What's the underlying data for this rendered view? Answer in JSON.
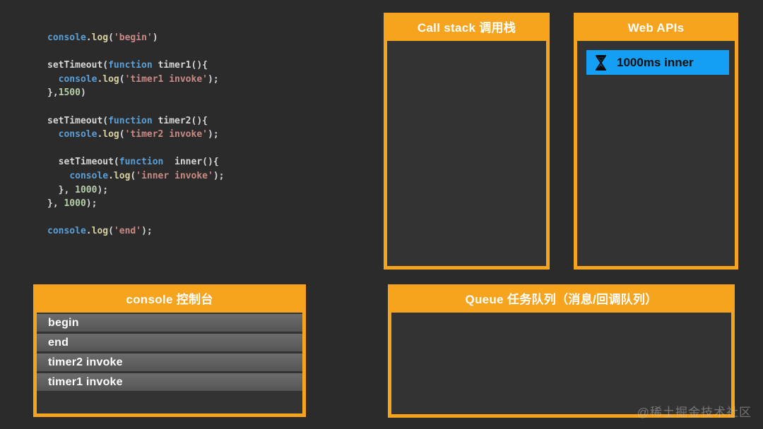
{
  "colors": {
    "background": "#2b2b2b",
    "accent_orange": "#f6a41d",
    "panel_body": "#333333",
    "console_row_gray": "#5f5f5f",
    "timer_blue": "#149ff4",
    "code_keyword_blue": "#5b9fd6",
    "code_string_salmon": "#c98a85",
    "code_number_green": "#b5cea8"
  },
  "code": {
    "lines": [
      [
        [
          "kw",
          "console"
        ],
        [
          "pl",
          "."
        ],
        [
          "fn",
          "log"
        ],
        [
          "pl",
          "("
        ],
        [
          "str",
          "'begin'"
        ],
        [
          "pl",
          ")"
        ]
      ],
      [],
      [
        [
          "pl",
          "setTimeout("
        ],
        [
          "kw",
          "function"
        ],
        [
          "pl",
          " timer1(){"
        ]
      ],
      [
        [
          "pl",
          "  "
        ],
        [
          "kw",
          "console"
        ],
        [
          "pl",
          "."
        ],
        [
          "fn",
          "log"
        ],
        [
          "pl",
          "("
        ],
        [
          "str",
          "'timer1 invoke'"
        ],
        [
          "pl",
          ");"
        ]
      ],
      [
        [
          "pl",
          "},"
        ],
        [
          "num",
          "1500"
        ],
        [
          "pl",
          ")"
        ]
      ],
      [],
      [
        [
          "pl",
          "setTimeout("
        ],
        [
          "kw",
          "function"
        ],
        [
          "pl",
          " timer2(){"
        ]
      ],
      [
        [
          "pl",
          "  "
        ],
        [
          "kw",
          "console"
        ],
        [
          "pl",
          "."
        ],
        [
          "fn",
          "log"
        ],
        [
          "pl",
          "("
        ],
        [
          "str",
          "'timer2 invoke'"
        ],
        [
          "pl",
          ");"
        ]
      ],
      [],
      [
        [
          "pl",
          "  setTimeout("
        ],
        [
          "kw",
          "function"
        ],
        [
          "pl",
          "  inner(){"
        ]
      ],
      [
        [
          "pl",
          "    "
        ],
        [
          "kw",
          "console"
        ],
        [
          "pl",
          "."
        ],
        [
          "fn",
          "log"
        ],
        [
          "pl",
          "("
        ],
        [
          "str",
          "'inner invoke'"
        ],
        [
          "pl",
          ");"
        ]
      ],
      [
        [
          "pl",
          "  }, "
        ],
        [
          "num",
          "1000"
        ],
        [
          "pl",
          ");"
        ]
      ],
      [
        [
          "pl",
          "}, "
        ],
        [
          "num",
          "1000"
        ],
        [
          "pl",
          ");"
        ]
      ],
      [],
      [
        [
          "kw",
          "console"
        ],
        [
          "pl",
          "."
        ],
        [
          "fn",
          "log"
        ],
        [
          "pl",
          "("
        ],
        [
          "str",
          "'end'"
        ],
        [
          "pl",
          ");"
        ]
      ]
    ]
  },
  "panels": {
    "call_stack": {
      "title": "Call stack 调用栈",
      "items": []
    },
    "web_apis": {
      "title": "Web APIs",
      "items": [
        {
          "icon": "hourglass-icon",
          "label": "1000ms inner"
        }
      ]
    },
    "console": {
      "title": "console 控制台",
      "rows": [
        "begin",
        "end",
        "timer2 invoke",
        "timer1 invoke"
      ]
    },
    "queue": {
      "title": "Queue 任务队列（消息/回调队列）",
      "items": []
    }
  },
  "watermark": "@稀土掘金技术社区"
}
